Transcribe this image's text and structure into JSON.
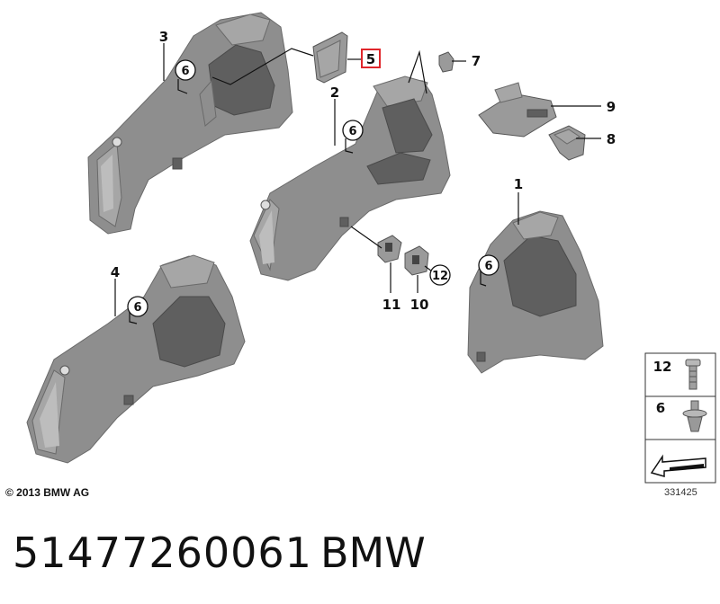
{
  "callouts": {
    "c1": "1",
    "c2": "2",
    "c3": "3",
    "c4": "4",
    "c5": "5",
    "c6a": "6",
    "c6b": "6",
    "c6c": "6",
    "c6d": "6",
    "c7": "7",
    "c8": "8",
    "c9": "9",
    "c10": "10",
    "c11": "11",
    "c12": "12"
  },
  "legend": {
    "item_12": "12",
    "item_6": "6"
  },
  "copyright": "© 2013 BMW AG",
  "diagram_number": "331425",
  "part_number": "51477260061",
  "brand": "BMW",
  "colors": {
    "highlight": "#e0262b",
    "trim_gray": "#8e8e8e"
  }
}
